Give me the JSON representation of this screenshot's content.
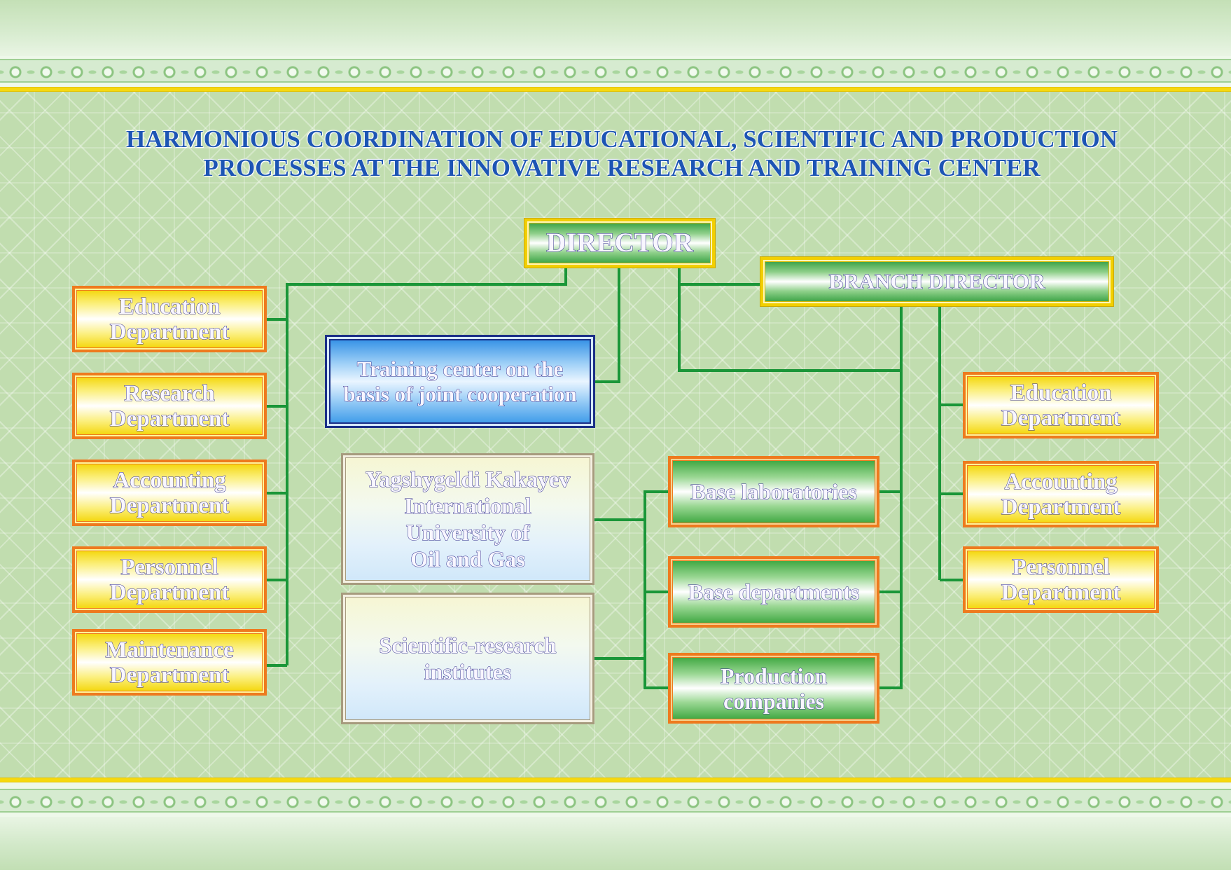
{
  "title": {
    "line1": "HARMONIOUS COORDINATION OF EDUCATIONAL, SCIENTIFIC AND PRODUCTION",
    "line2": "PROCESSES AT THE INNOVATIVE RESEARCH AND TRAINING CENTER"
  },
  "director": {
    "label": "DIRECTOR"
  },
  "branch_director": {
    "label": "BRANCH DIRECTOR"
  },
  "left_departments": [
    {
      "line1": "Education",
      "line2": "Department"
    },
    {
      "line1": "Research",
      "line2": "Department"
    },
    {
      "line1": "Accounting",
      "line2": "Department"
    },
    {
      "line1": "Personnel",
      "line2": "Department"
    },
    {
      "line1": "Maintenance",
      "line2": "Department"
    }
  ],
  "training_center": {
    "line1": "Training center on the",
    "line2": "basis of joint cooperation"
  },
  "university": {
    "line1": "Yagshygeldi Kakayev",
    "line2": "International",
    "line3": "University of",
    "line4": "Oil and Gas"
  },
  "institutes": {
    "line1": "Scientific-research",
    "line2": "institutes"
  },
  "base_units": [
    {
      "line1": "Base laboratories"
    },
    {
      "line1": "Base departments"
    },
    {
      "line1": "Production",
      "line2": "companies"
    }
  ],
  "right_departments": [
    {
      "line1": "Education",
      "line2": "Department"
    },
    {
      "line1": "Accounting",
      "line2": "Department"
    },
    {
      "line1": "Personnel",
      "line2": "Department"
    }
  ],
  "colors": {
    "connector": "#1a9638",
    "title": "#1d55b4",
    "department_border": "#ee7a1e",
    "director_border": "#f2cf00",
    "training_center_border": "#1b2f88",
    "institution_border": "#a79b7e"
  }
}
